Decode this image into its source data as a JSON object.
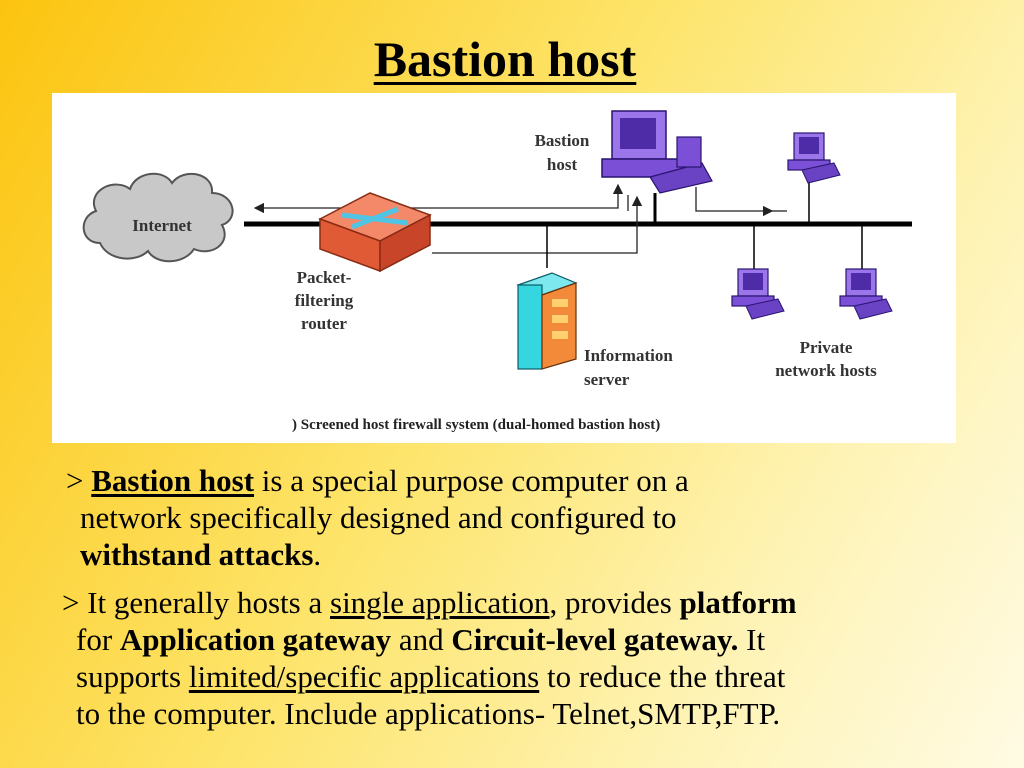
{
  "slide": {
    "title": "Bastion host"
  },
  "diagram": {
    "labels": {
      "internet": "Internet",
      "router_l1": "Packet-",
      "router_l2": "filtering",
      "router_l3": "router",
      "bastion_l1": "Bastion",
      "bastion_l2": "host",
      "info_l1": "Information",
      "info_l2": "server",
      "private_l1": "Private",
      "private_l2": "network hosts"
    },
    "caption": ") Screened host firewall system (dual-homed bastion host)",
    "colors": {
      "cloud": "#c8c8c8",
      "router": "#f06a46",
      "computer": "#7b4fd6",
      "server": "#34d6e0"
    }
  },
  "bullets": {
    "b1": {
      "marker": ">",
      "term": "Bastion host",
      "t1": "is a special purpose computer on a",
      "t2": "network specifically designed and configured to",
      "bold_end": "withstand attacks",
      "period": "."
    },
    "b2": {
      "marker": ">",
      "t1": "It generally hosts a",
      "u1": "single application",
      "t2": ", provides",
      "bold1": "platform",
      "t3": "for",
      "bold2": "Application gateway",
      "t4": "and",
      "bold3": "Circuit-level gateway.",
      "t5": "It",
      "t6": "supports",
      "u2": "limited/specific applications",
      "t7": "to reduce the threat",
      "t8": "to the computer. Include applications- Telnet,SMTP,FTP."
    }
  }
}
